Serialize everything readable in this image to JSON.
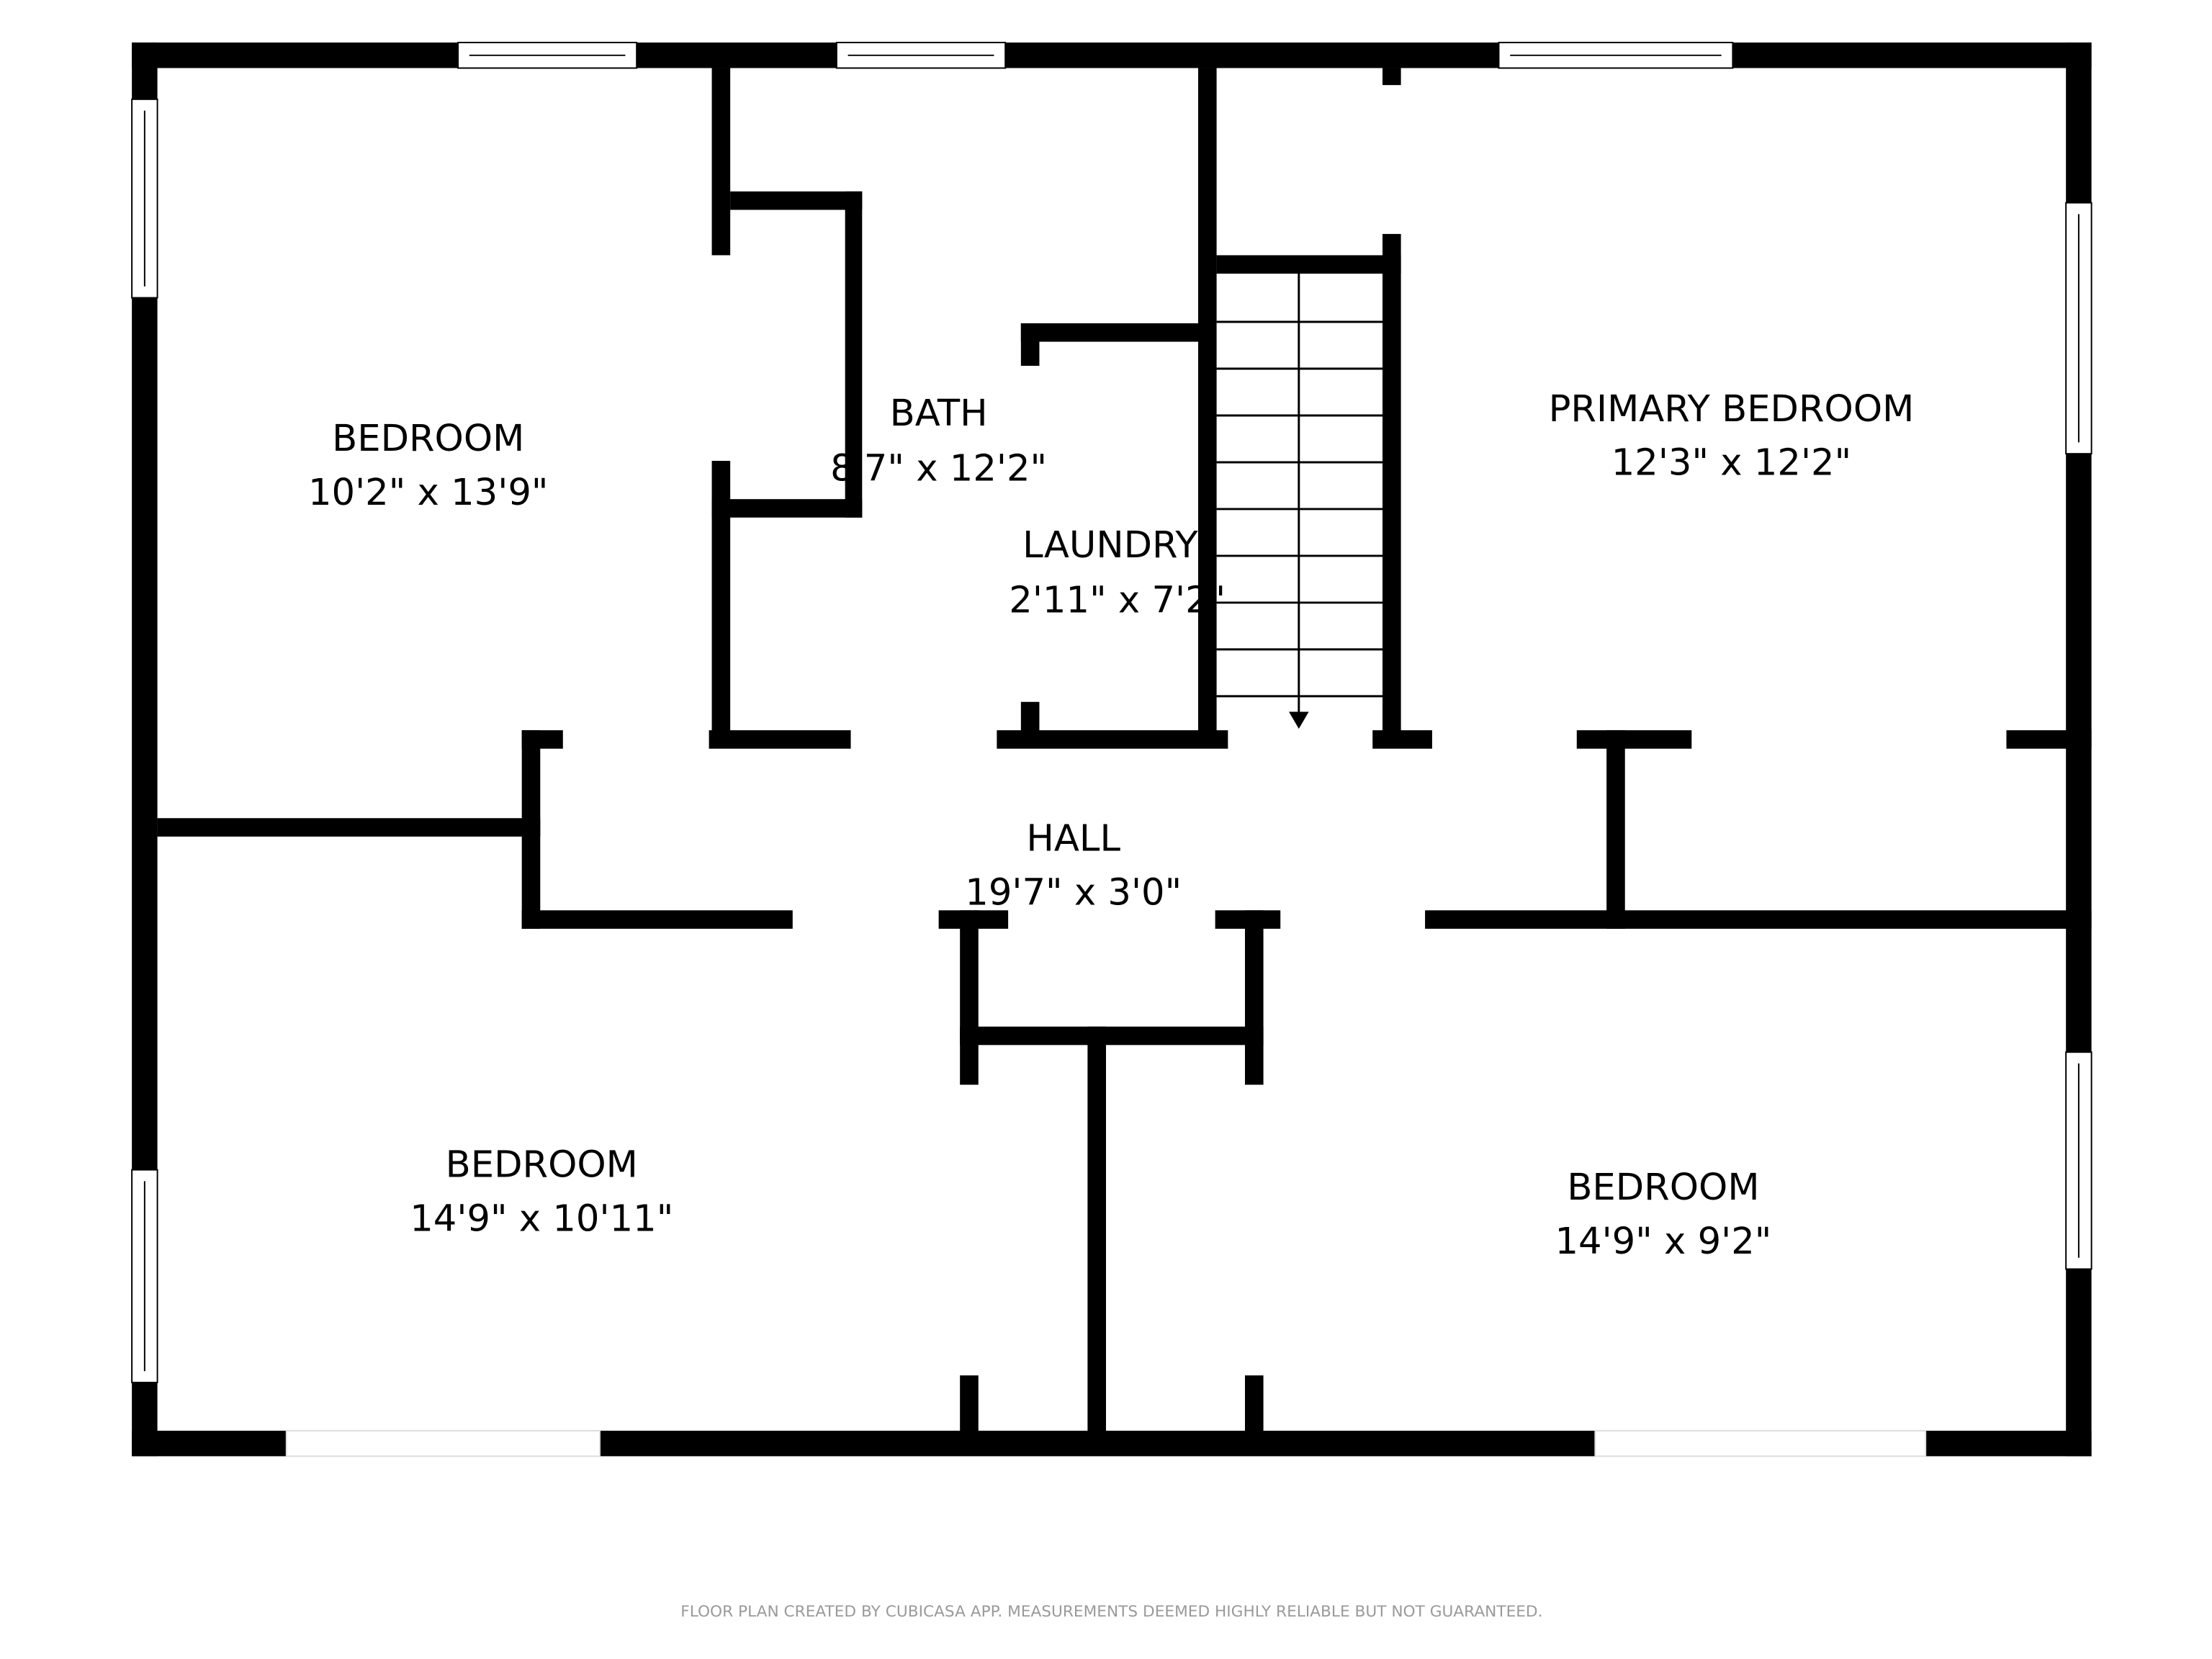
{
  "rooms": [
    {
      "name": "BEDROOM",
      "size": "10'2\" x 13'9\""
    },
    {
      "name": "BATH",
      "size": "8'7\" x 12'2\""
    },
    {
      "name": "LAUNDRY",
      "size": "2'11\" x 7'2\""
    },
    {
      "name": "PRIMARY BEDROOM",
      "size": "12'3\" x 12'2\""
    },
    {
      "name": "HALL",
      "size": "19'7\" x 3'0\""
    },
    {
      "name": "BEDROOM",
      "size": "14'9\" x 10'11\""
    },
    {
      "name": "BEDROOM",
      "size": "14'9\" x 9'2\""
    }
  ],
  "footer": "FLOOR PLAN CREATED BY CUBICASA APP. MEASUREMENTS DEEMED HIGHLY RELIABLE BUT NOT GUARANTEED.",
  "colors": {
    "wall": "#000000",
    "background": "#ffffff",
    "footer_text": "#9a9a9a"
  }
}
